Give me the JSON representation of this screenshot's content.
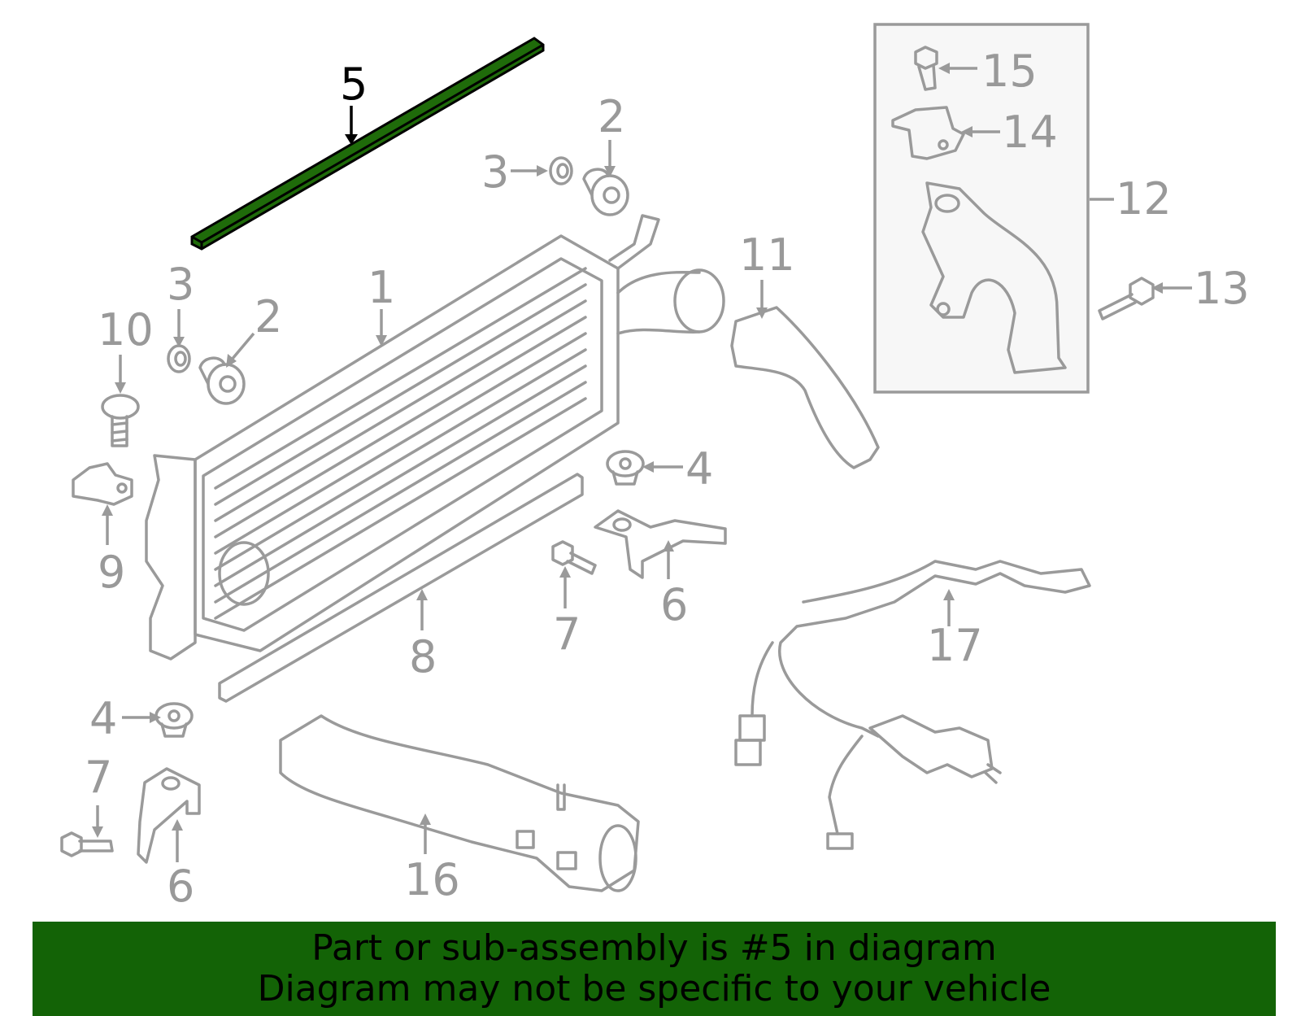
{
  "callouts": {
    "c1": "1",
    "c2a": "2",
    "c2b": "2",
    "c3a": "3",
    "c3b": "3",
    "c4a": "4",
    "c4b": "4",
    "c5": "5",
    "c6a": "6",
    "c6b": "6",
    "c7a": "7",
    "c7b": "7",
    "c8": "8",
    "c9": "9",
    "c10": "10",
    "c11": "11",
    "c12": "12",
    "c13": "13",
    "c14": "14",
    "c15": "15",
    "c16": "16",
    "c17": "17"
  },
  "banner": {
    "line1": "Part or sub-assembly is #5 in diagram",
    "line2": "Diagram may not be specific to your vehicle"
  },
  "colors": {
    "highlight": "#136306",
    "parts": "#9a9a9a",
    "callout_text": "#999999"
  }
}
